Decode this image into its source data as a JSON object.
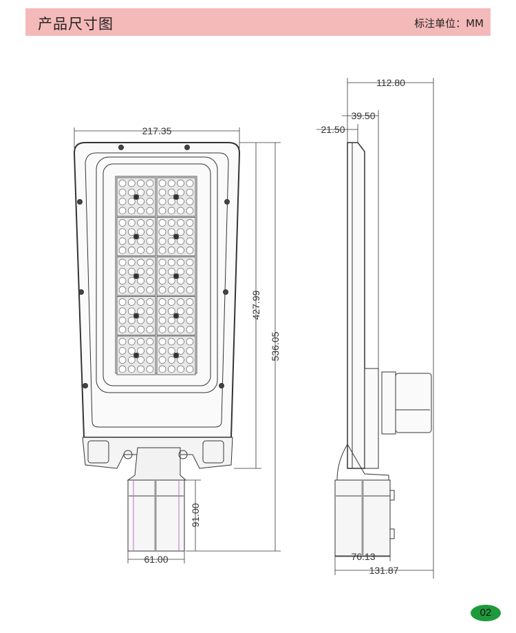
{
  "header": {
    "title": "产品尺寸图",
    "unit_label": "标注单位：MM",
    "background": "#f4b9b9"
  },
  "front_view": {
    "width_label": "217.35",
    "body_height_label": "427.99",
    "total_height_label": "536.05",
    "box_height_label": "91.00",
    "box_width_label": "61.00",
    "led_modules": {
      "columns": 2,
      "rows": 5
    }
  },
  "side_view": {
    "depth_label": "112.80",
    "housing_depth_label": "39.50",
    "panel_depth_label": "21.50",
    "box_depth_label": "76.13",
    "total_depth_label": "131.87"
  },
  "page_number": "02",
  "badge_color": "#1e9a3c"
}
